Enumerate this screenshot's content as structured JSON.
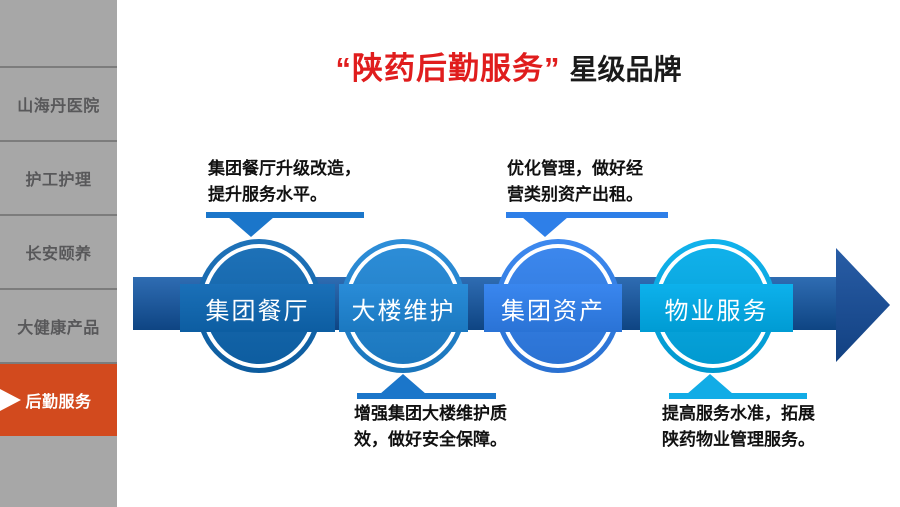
{
  "sidebar": {
    "items": [
      {
        "label": "山海丹医院",
        "active": false
      },
      {
        "label": "护工护理",
        "active": false
      },
      {
        "label": "长安颐养",
        "active": false
      },
      {
        "label": "大健康产品",
        "active": false
      },
      {
        "label": "后勤服务",
        "active": true
      }
    ],
    "active_pointer_icon": "triangle-right",
    "colors": {
      "bg": "#a7a7a7",
      "separator": "#7c7c7c",
      "text": "#58585a",
      "active_bg": "#d24a1e",
      "active_text": "#ffffff"
    }
  },
  "title": {
    "quoted": "“陕药后勤服务”",
    "rest": "星级品牌",
    "quoted_color": "#e01d1d",
    "rest_color": "#1a1a1a"
  },
  "diagram": {
    "band_color": "#1258a8",
    "arrow_color": "#164f9e",
    "arrowhead_icon": "arrow-right",
    "steps": [
      {
        "label": "集团餐厅",
        "color": "#0e68b4"
      },
      {
        "label": "大楼维护",
        "color": "#1e86d6"
      },
      {
        "label": "集团资产",
        "color": "#2f80ee"
      },
      {
        "label": "物业服务",
        "color": "#00adeb"
      }
    ],
    "callouts": [
      {
        "position": "top",
        "color": "#1b76ca",
        "lines": [
          "集团餐厅升级改造，",
          "提升服务水平。"
        ]
      },
      {
        "position": "top",
        "color": "#2e7fe8",
        "lines": [
          "优化管理，做好经",
          "营类别资产出租。"
        ]
      },
      {
        "position": "bottom",
        "color": "#1b76ca",
        "lines": [
          "增强集团大楼维护质",
          "效，做好安全保障。"
        ]
      },
      {
        "position": "bottom",
        "color": "#12ace6",
        "lines": [
          "提高服务水准，拓展",
          "陕药物业管理服务。"
        ]
      }
    ]
  }
}
